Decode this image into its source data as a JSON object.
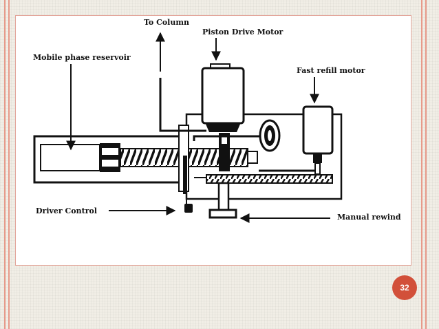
{
  "slide": {
    "page_number": "32",
    "accent_color": "#d2503a",
    "stripe_color": "#e79a8a"
  },
  "diagram": {
    "labels": {
      "to_column": "To Column",
      "piston_drive_motor": "Piston Drive Motor",
      "mobile_phase_reservoir": "Mobile phase reservoir",
      "fast_refill_motor": "Fast refill motor",
      "driver_control": "Driver Control",
      "manual_rewind": "Manual rewind"
    }
  }
}
